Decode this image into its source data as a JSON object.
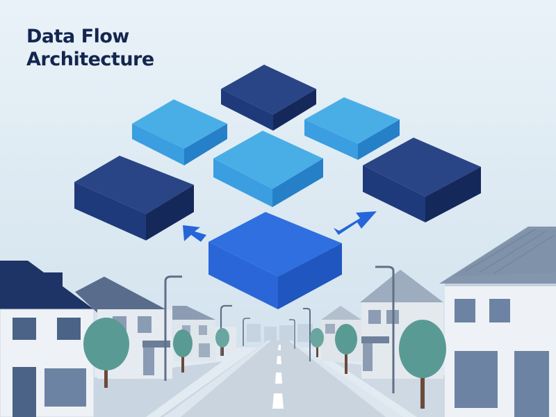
{
  "diagram": {
    "title_line_1": "Data Flow",
    "title_line_2": "Architecture",
    "blocks": [
      {
        "id": "top-center",
        "tone": "navy"
      },
      {
        "id": "upper-left",
        "tone": "light"
      },
      {
        "id": "upper-right",
        "tone": "light"
      },
      {
        "id": "middle-center",
        "tone": "light"
      },
      {
        "id": "left",
        "tone": "navy"
      },
      {
        "id": "right",
        "tone": "navy"
      },
      {
        "id": "source",
        "tone": "bright"
      }
    ],
    "arrows": [
      {
        "from": "source",
        "to": "left"
      },
      {
        "from": "source",
        "to": "right"
      }
    ]
  },
  "palette": {
    "navy_top": "#2a4585",
    "navy_front": "#1f3a7a",
    "navy_side": "#15285a",
    "light_top": "#4aaee6",
    "light_front": "#3a9ee0",
    "light_side": "#2680c8",
    "bright_top": "#2f6fe0",
    "bright_front": "#2a66d8",
    "bright_side": "#1f56c0",
    "arrow": "#2566d8",
    "sky_top": "#e5f0f7",
    "sky_bottom": "#c8dcea",
    "building_navy": "#1e3466",
    "tree": "#5a9a94"
  }
}
